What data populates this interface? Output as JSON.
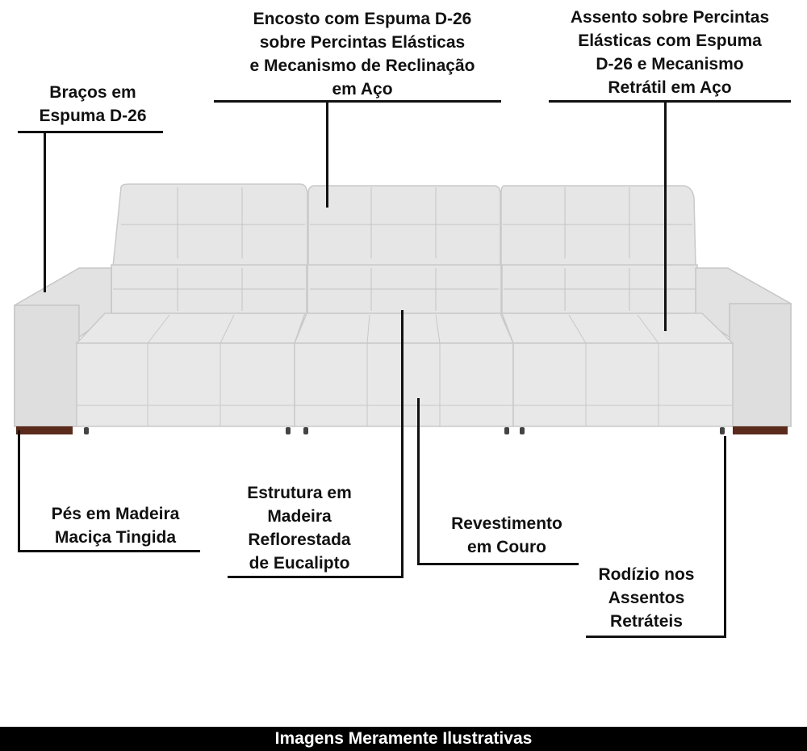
{
  "labels": {
    "bracos": [
      "Braços em",
      "Espuma D-26"
    ],
    "encosto": [
      "Encosto com Espuma D-26",
      "sobre Percintas Elásticas",
      "e Mecanismo de Reclinação",
      "em Aço"
    ],
    "assento": [
      "Assento sobre Percintas",
      "Elásticas com Espuma",
      "D-26 e Mecanismo",
      "Retrátil em Aço"
    ],
    "pes": [
      "Pés em Madeira",
      "Maciça Tingida"
    ],
    "estrutura": [
      "Estrutura em",
      "Madeira",
      "Reflorestada",
      "de Eucalipto"
    ],
    "revestimento": [
      "Revestimento",
      "em Couro"
    ],
    "rodizio": [
      "Rodízio nos",
      "Assentos",
      "Retráteis"
    ]
  },
  "footer": "Imagens Meramente Ilustrativas",
  "colors": {
    "upholstery": "#e4e4e4",
    "upholstery_shadow": "#cfcfcf",
    "wood": "#5a2a1a",
    "lines": "#111111",
    "footer_bg": "#000000",
    "footer_text": "#ffffff"
  }
}
